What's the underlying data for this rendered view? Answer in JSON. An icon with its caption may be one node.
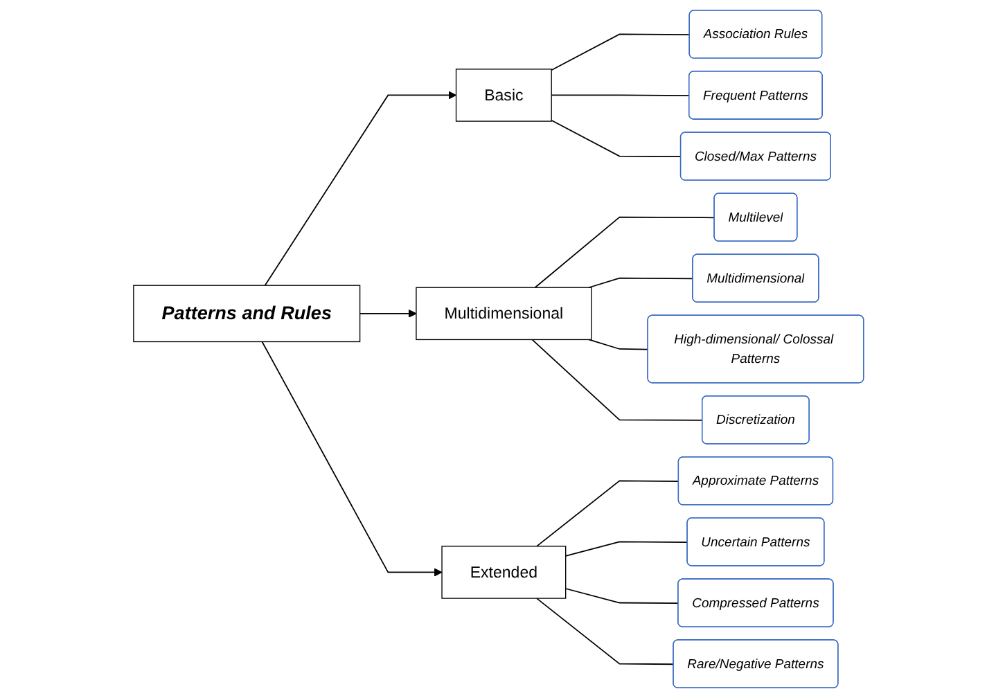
{
  "diagram": {
    "nodes": [
      {
        "text": [
          "Patterns and Rules"
        ]
      },
      {
        "text": [
          "Basic"
        ]
      },
      {
        "text": [
          "Association Rules"
        ]
      },
      {
        "text": [
          "Frequent Patterns"
        ]
      },
      {
        "text": [
          "Closed/Max Patterns"
        ]
      },
      {
        "text": [
          "Multidimensional"
        ]
      },
      {
        "text": [
          "Multilevel"
        ]
      },
      {
        "text": [
          "Multidimensional"
        ]
      },
      {
        "text": [
          "High-dimensional/ Colossal Patterns"
        ]
      },
      {
        "text": [
          "Discretization"
        ]
      },
      {
        "text": [
          "Extended"
        ]
      },
      {
        "text": [
          "Approximate Patterns"
        ]
      },
      {
        "text": [
          "Uncertain Patterns"
        ]
      },
      {
        "text": [
          "Compressed Patterns"
        ]
      },
      {
        "text": [
          "Rare/Negative Patterns"
        ]
      }
    ],
    "edges": [
      {
        "from": 0,
        "to": 1,
        "arrow": "to"
      },
      {
        "from": 0,
        "to": 5,
        "arrow": "to"
      },
      {
        "from": 0,
        "to": 10,
        "arrow": "to"
      },
      {
        "from": 1,
        "to": 2,
        "arrow": "none"
      },
      {
        "from": 1,
        "to": 3,
        "arrow": "none"
      },
      {
        "from": 1,
        "to": 4,
        "arrow": "none"
      },
      {
        "from": 5,
        "to": 6,
        "arrow": "none"
      },
      {
        "from": 5,
        "to": 7,
        "arrow": "none"
      },
      {
        "from": 5,
        "to": 8,
        "arrow": "none"
      },
      {
        "from": 5,
        "to": 9,
        "arrow": "none"
      },
      {
        "from": 10,
        "to": 11,
        "arrow": "none"
      },
      {
        "from": 10,
        "to": 12,
        "arrow": "none"
      },
      {
        "from": 10,
        "to": 13,
        "arrow": "none"
      },
      {
        "from": 10,
        "to": 14,
        "arrow": "none"
      }
    ]
  }
}
